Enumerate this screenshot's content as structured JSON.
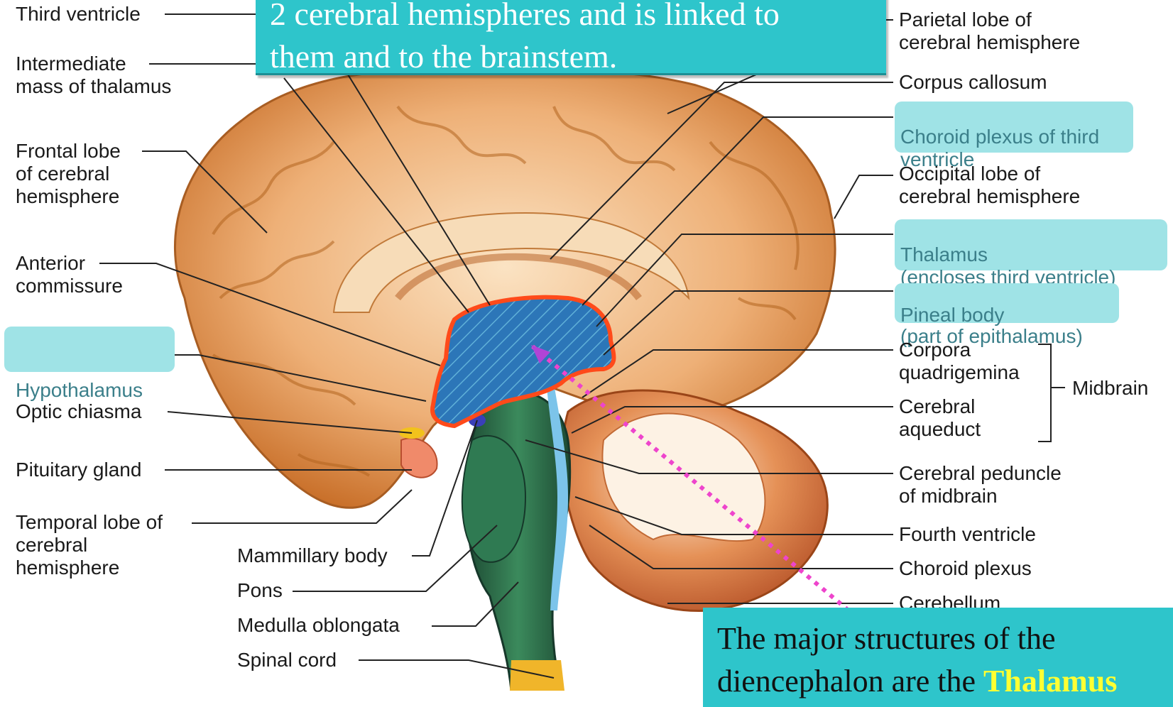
{
  "top_callout": {
    "line1": "2  cerebral hemispheres and is linked to",
    "line2": "them and to the brainstem."
  },
  "bottom_callout": {
    "text": "The major structures of the",
    "text2": "diencephalon are the ",
    "highlight": "Thalamus"
  },
  "labels_left": {
    "third_ventricle": "Third ventricle",
    "intermediate_mass": "Intermediate\nmass of thalamus",
    "frontal_lobe": "Frontal lobe\nof cerebral\nhemisphere",
    "anterior_commissure": "Anterior\ncommissure",
    "hypothalamus": "Hypothalamus",
    "optic_chiasma": "Optic chiasma",
    "pituitary_gland": "Pituitary gland",
    "temporal_lobe": "Temporal lobe of\ncerebral\nhemisphere",
    "mammillary_body": "Mammillary body",
    "pons": "Pons",
    "medulla_oblongata": "Medulla oblongata",
    "spinal_cord": "Spinal cord"
  },
  "labels_right": {
    "parietal_lobe": "Parietal lobe of\ncerebral hemisphere",
    "corpus_callosum": "Corpus callosum",
    "choroid_plexus_third": "Choroid plexus of third\nventricle",
    "occipital_lobe": "Occipital lobe of\ncerebral hemisphere",
    "thalamus": "Thalamus\n(encloses third ventricle)",
    "pineal_body": "Pineal body\n(part of epithalamus)",
    "corpora_quadrigemina": "Corpora\nquadrigemina",
    "cerebral_aqueduct": "Cerebral\naqueduct",
    "midbrain": "Midbrain",
    "cerebral_peduncle": "Cerebral peduncle\nof midbrain",
    "fourth_ventricle": "Fourth ventricle",
    "choroid_plexus": "Choroid plexus",
    "cerebellum": "Cerebellum"
  },
  "colors": {
    "callout_bg": "#2ec5cb",
    "highlight_bg": "#9fe3e6",
    "highlight_region": "#1f6fb0",
    "outline_orange": "#ff4a1a",
    "dotted_pointer": "#ee44cc",
    "brain_tan": "#e8a867",
    "brainstem_green": "#2f6b4a"
  }
}
